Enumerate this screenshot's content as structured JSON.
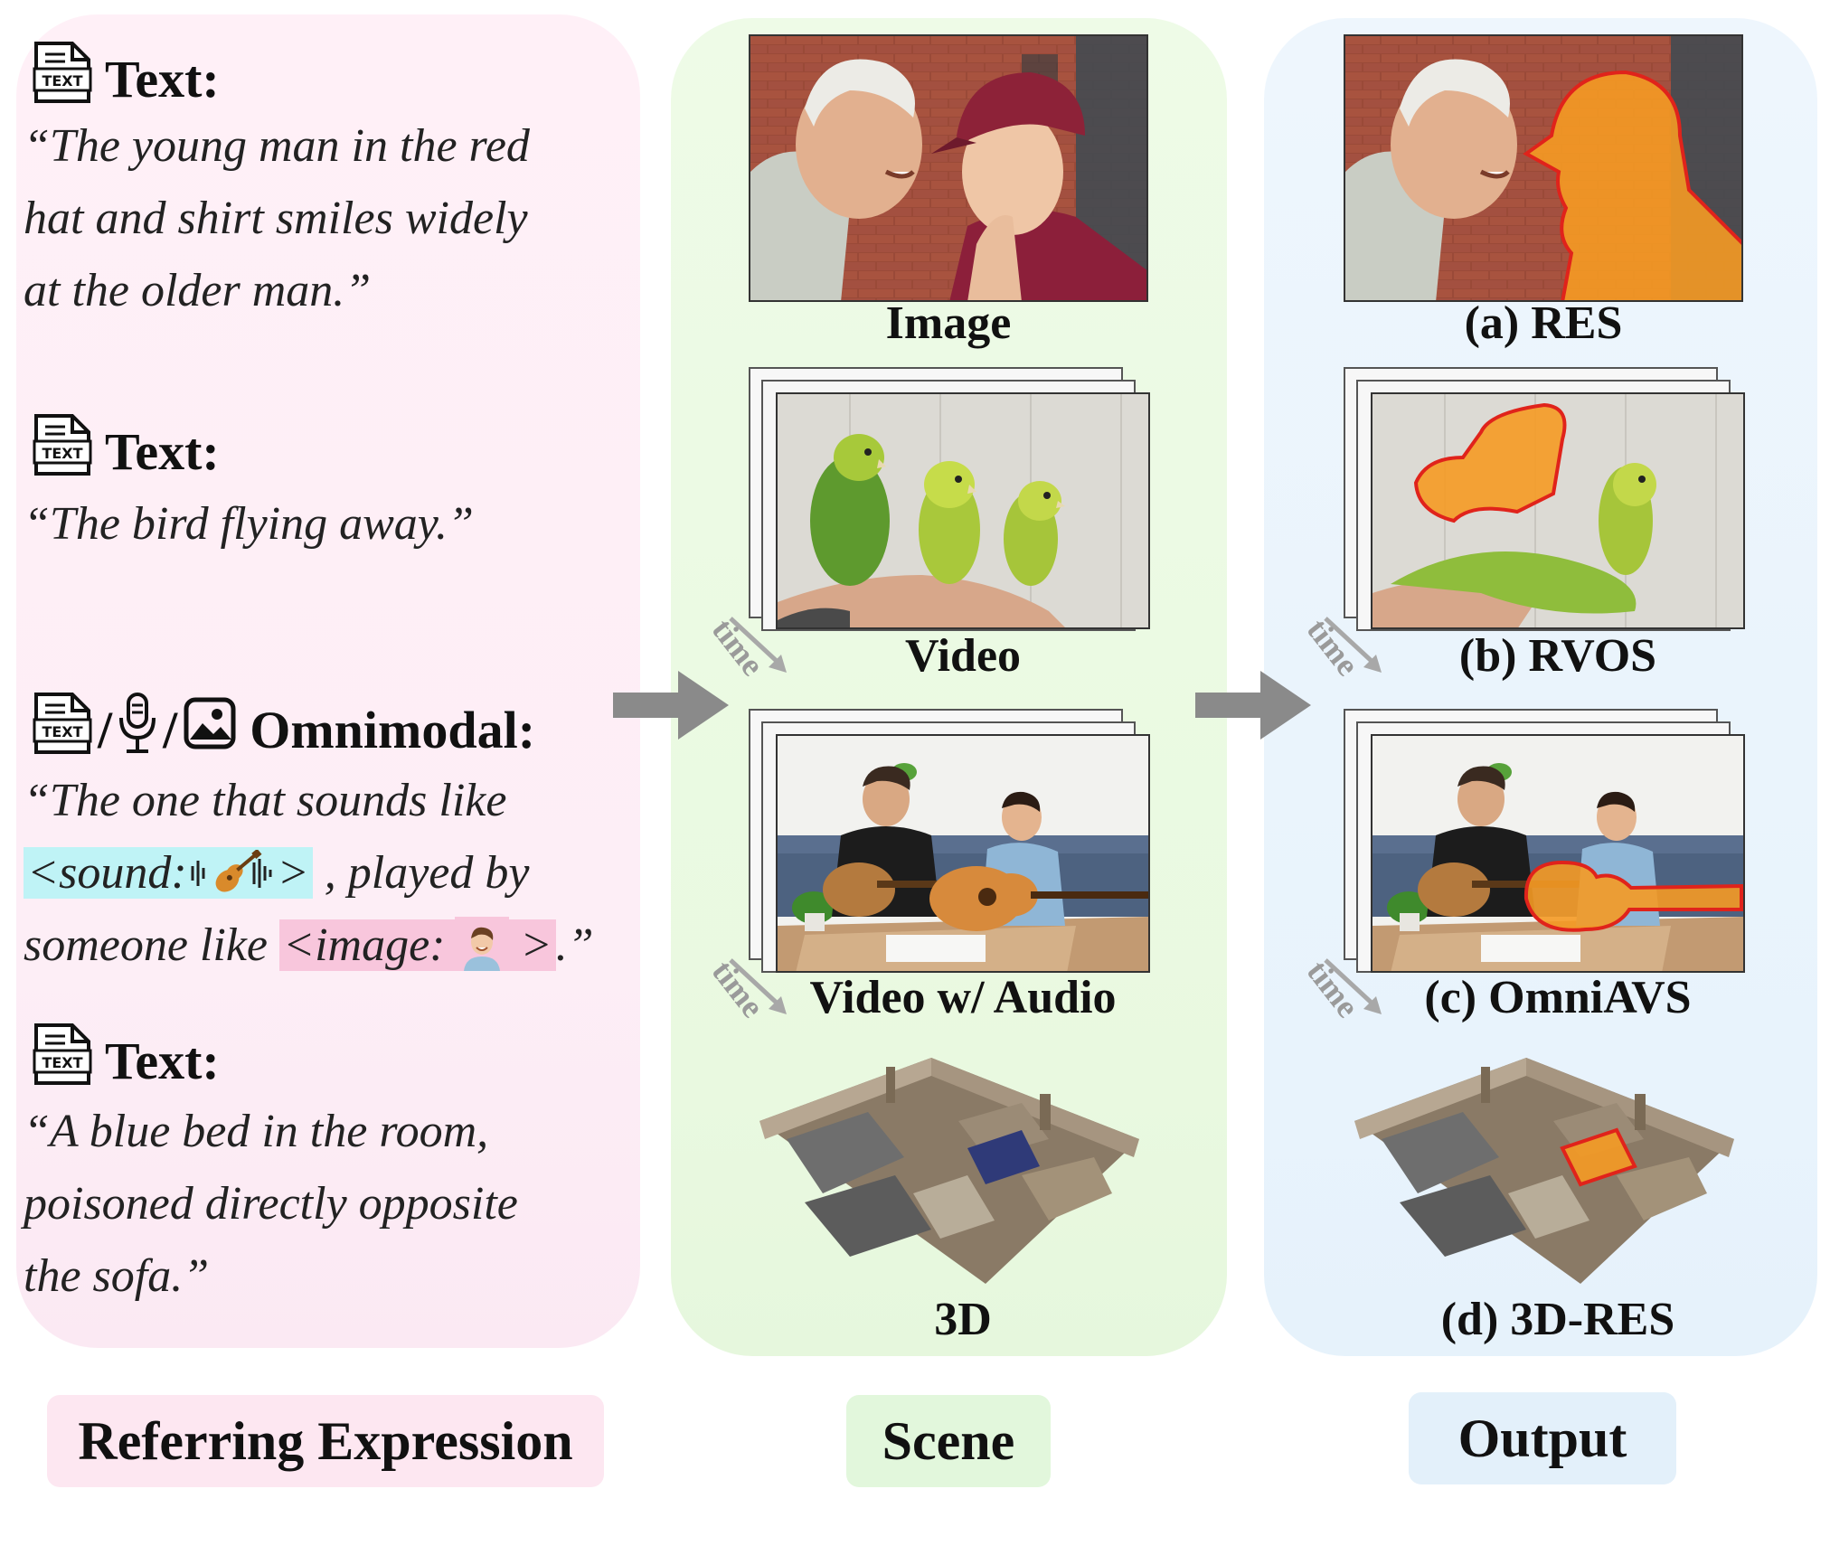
{
  "columns": {
    "referring": {
      "label": "Referring Expression",
      "color": "#fde7f1"
    },
    "scene": {
      "label": "Scene",
      "color": "#e2f7dc"
    },
    "output": {
      "label": "Output",
      "color": "#e3f0fa"
    }
  },
  "expressions": [
    {
      "title": "Text:",
      "lines": [
        "“The young man in the red",
        "hat and shirt smiles widely",
        "at the older man.”"
      ]
    },
    {
      "title": "Text:",
      "lines": [
        "“The bird flying away.”"
      ]
    },
    {
      "title": "Omnimodal:",
      "line1": "“The one that sounds like",
      "sound_token": "<sound:",
      "sound_close": ">",
      "line2_rest": " , played by",
      "line3_prefix": "someone like ",
      "image_token": "<image:",
      "image_close": " >",
      "line3_suffix": ".”",
      "separator": "/"
    },
    {
      "title": "Text:",
      "lines": [
        "“A blue bed in the room,",
        "poisoned directly opposite",
        "the sofa.”"
      ]
    }
  ],
  "icons": {
    "text": "text-doc-icon",
    "mic": "microphone-icon",
    "image": "image-icon",
    "arrow": "right-arrow-icon",
    "time": "time-arrow-icon",
    "text_icon_label": "TEXT"
  },
  "scenes": [
    "Image",
    "Video",
    "Video w/ Audio",
    "3D"
  ],
  "outputs": [
    "(a) RES",
    "(b) RVOS",
    "(c) OmniAVS",
    "(d) 3D-RES"
  ],
  "time_label": "time",
  "colors": {
    "mask": "#f59a23",
    "mask_edge": "#e0231b",
    "arrow": "#8a8a8a"
  }
}
